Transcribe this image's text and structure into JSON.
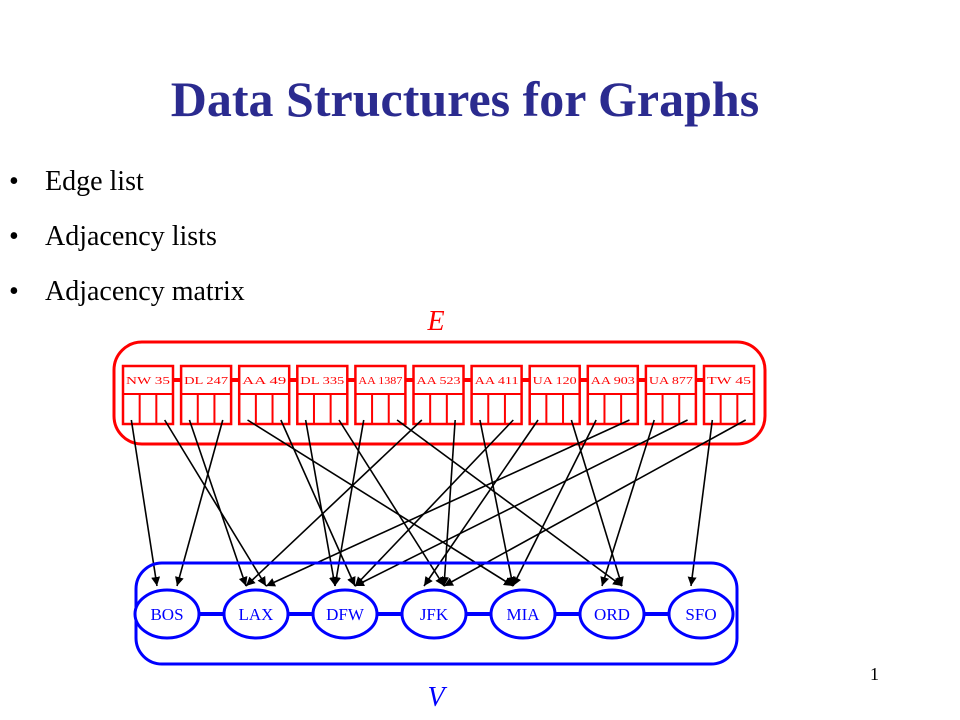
{
  "slide": {
    "title": "Data Structures for Graphs",
    "bullet_symbol": "•",
    "bullets": [
      "Edge list",
      "Adjacency lists",
      "Adjacency matrix"
    ],
    "page_number": "1"
  },
  "diagram": {
    "edge_set_label": "E",
    "vertex_set_label": "V",
    "edge_color": "#ff0000",
    "vertex_color": "#0000ff",
    "edges": [
      {
        "label": "NW 35",
        "origin": "BOS",
        "dest": "LAX"
      },
      {
        "label": "DL 247",
        "origin": "LAX",
        "dest": "BOS"
      },
      {
        "label": "AA 49",
        "origin": "MIA",
        "dest": "DFW"
      },
      {
        "label": "DL 335",
        "origin": "DFW",
        "dest": "JFK"
      },
      {
        "label": "AA 1387",
        "origin": "DFW",
        "dest": "ORD"
      },
      {
        "label": "AA 523",
        "origin": "LAX",
        "dest": "JFK"
      },
      {
        "label": "AA 411",
        "origin": "MIA",
        "dest": "DFW"
      },
      {
        "label": "UA 120",
        "origin": "JFK",
        "dest": "ORD"
      },
      {
        "label": "AA 903",
        "origin": "MIA",
        "dest": "LAX"
      },
      {
        "label": "UA 877",
        "origin": "ORD",
        "dest": "DFW"
      },
      {
        "label": "TW 45",
        "origin": "SFO",
        "dest": "JFK"
      }
    ],
    "vertices": [
      "BOS",
      "LAX",
      "DFW",
      "JFK",
      "MIA",
      "ORD",
      "SFO"
    ]
  }
}
